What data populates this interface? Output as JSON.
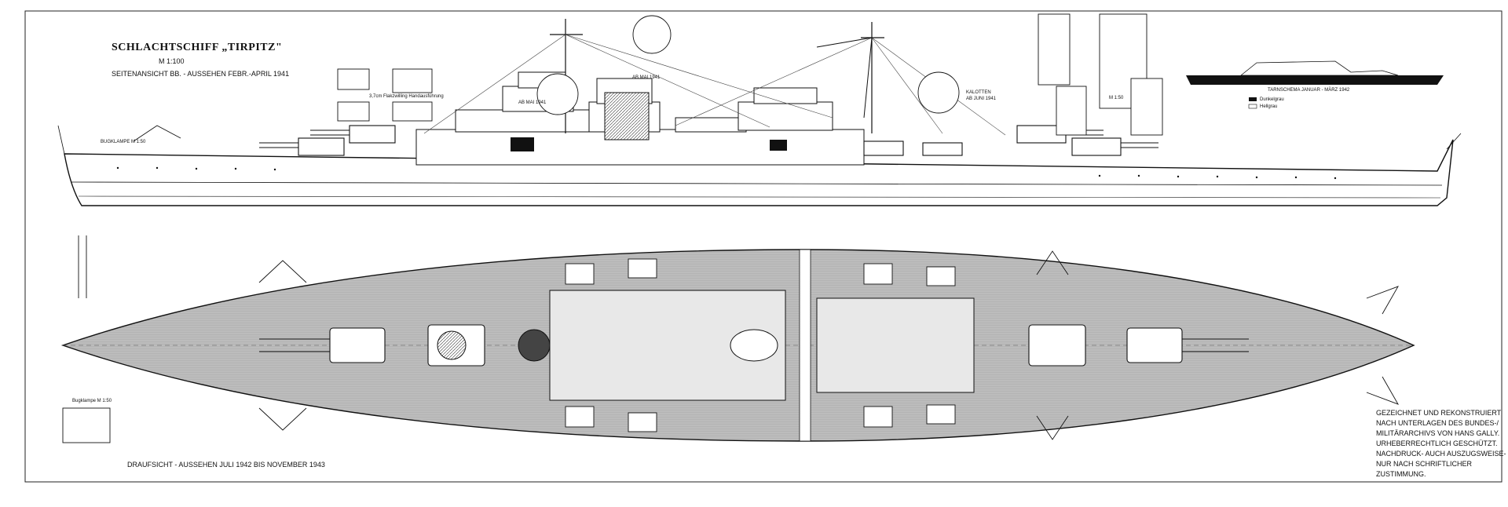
{
  "sheet": {
    "title": "SCHLACHTSCHIFF „TIRPITZ\"",
    "scale": "M 1:100",
    "side_view_caption": "SEITENANSICHT BB. - AUSSEHEN FEBR.-APRIL 1941",
    "plan_view_caption": "DRAUFSICHT - AUSSEHEN JULI 1942 BIS NOVEMBER 1943",
    "credit": "GEZEICHNET UND REKONSTRUIERT\nNACH UNTERLAGEN DES BUNDES-/\nMILITÄRARCHIVS VON HANS GALLY.\nURHEBERRECHTLICH GESCHÜTZT.\nNACHDRUCK- AUCH AUSZUGSWEISE-\nNUR NACH SCHRIFTLICHER ZUSTIMMUNG."
  },
  "details": {
    "bow_lamp_top": "BUGKLAMPE M 1:50",
    "bow_lamp_bottom": "Bugklampe M 1:50",
    "ab_mai_1941_a": "AB MAI 1941",
    "ab_mai_1941_b": "AB MAI 1941",
    "kalotten": "KALOTTEN\nAB JUNI 1941",
    "scale_detail": "M 1:50",
    "flak_caption": "3,7cm Flakzwilling Handausführung",
    "tarnschema": "TARNSCHEMA JANUAR - MÄRZ 1942",
    "legend_dark": "Dunkelgrau",
    "legend_light": "Hellgrau"
  },
  "colors": {
    "ink": "#111111",
    "deck": "#b8b8b8",
    "paper": "#ffffff"
  }
}
